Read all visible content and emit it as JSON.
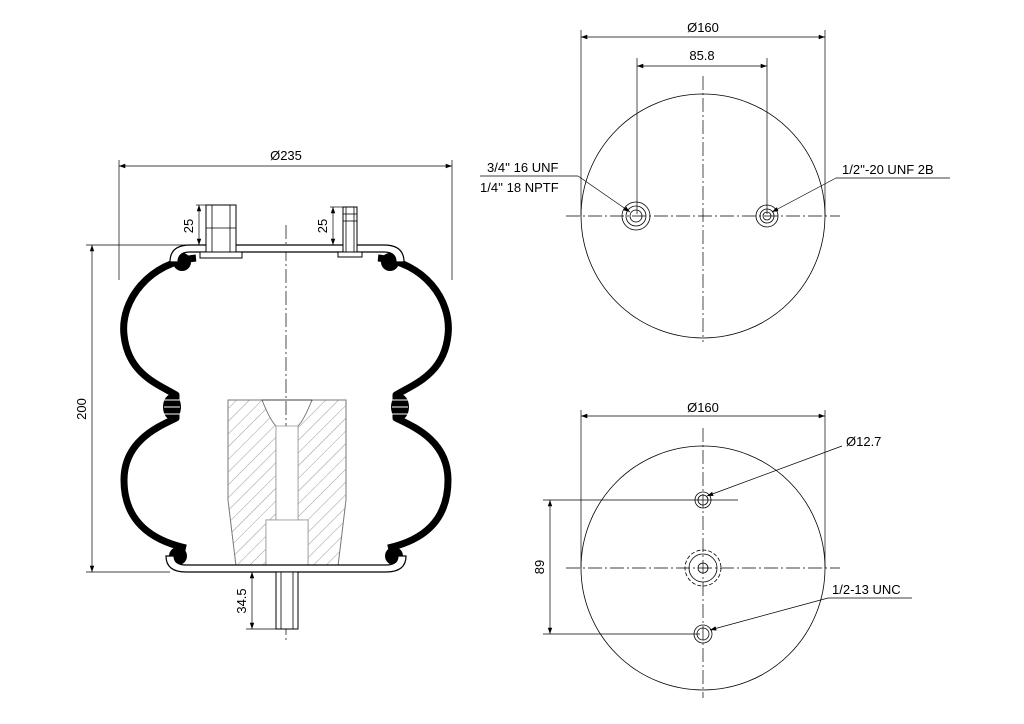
{
  "side_view": {
    "diameter_label": "Ø235",
    "height_label": "200",
    "left_fitting_label": "25",
    "right_fitting_label": "25",
    "stud_label": "34.5"
  },
  "top_view": {
    "diameter_label": "Ø160",
    "spacing_label": "85.8",
    "port_label_line1": "3/4'' 16 UNF",
    "port_label_line2": "1/4'' 18 NPTF",
    "stud_thread_label": "1/2''-20 UNF 2B"
  },
  "bottom_view": {
    "diameter_label": "Ø160",
    "hole_label": "Ø12.7",
    "spacing_label": "89",
    "thread_label": "1/2-13 UNC"
  }
}
